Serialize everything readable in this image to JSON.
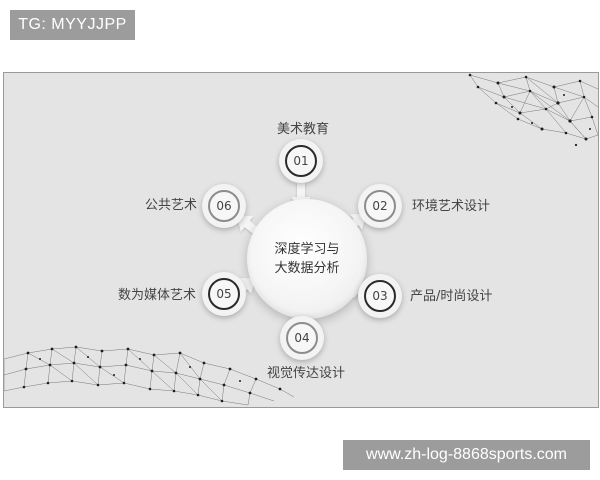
{
  "header": {
    "tag_text": "TG: MYYJJPP"
  },
  "diagram": {
    "center_line1": "深度学习与",
    "center_line2": "大数据分析",
    "nodes": [
      {
        "number": "01",
        "label": "美术教育"
      },
      {
        "number": "02",
        "label": "环境艺术设计"
      },
      {
        "number": "03",
        "label": "产品/时尚设计"
      },
      {
        "number": "04",
        "label": "视觉传达设计"
      },
      {
        "number": "05",
        "label": "数为媒体艺术"
      },
      {
        "number": "06",
        "label": "公共艺术"
      }
    ]
  },
  "footer": {
    "url_text": "www.zh-log-8868sports.com"
  },
  "colors": {
    "tag_background": "#9c9c9c",
    "slide_background": "#e4e4e4",
    "dark_ring": "#2a2a2a",
    "gray_ring": "#8c8c8c"
  }
}
